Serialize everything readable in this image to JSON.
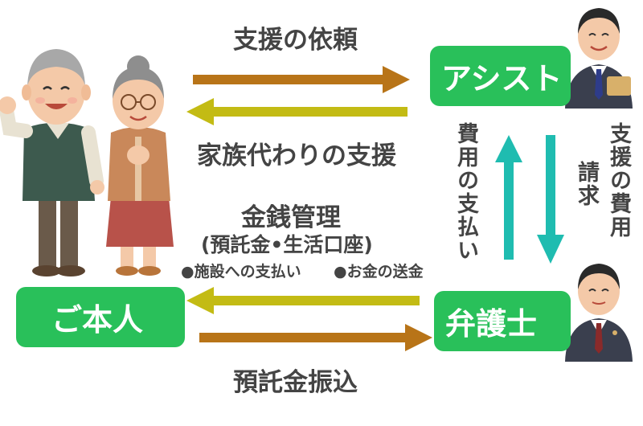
{
  "flow_labels": {
    "support_request": "支援の依頼",
    "family_support": "家族代わりの支援",
    "money_management": "金銭管理",
    "money_management_sub": "(預託金•生活口座)",
    "facility_payment": "●施設への支払い",
    "money_transfer": "●お金の送金",
    "deposit_transfer": "預託金振込",
    "fee_payment": "費用の支払い",
    "support_fee": "支援の費用",
    "billing": "請求"
  },
  "nodes": {
    "assist": "アシスト",
    "principal": "ご本人",
    "lawyer": "弁護士"
  },
  "colors": {
    "node_green": "#29c05a",
    "arrow_brown": "#b87418",
    "arrow_olive": "#c3bb14",
    "arrow_teal": "#1fbcb0",
    "text_dark": "#444444"
  },
  "illustrations": {
    "elderly_couple": "elderly-couple-illustration",
    "assist_staff": "businessman-illustration",
    "lawyer": "lawyer-illustration"
  }
}
